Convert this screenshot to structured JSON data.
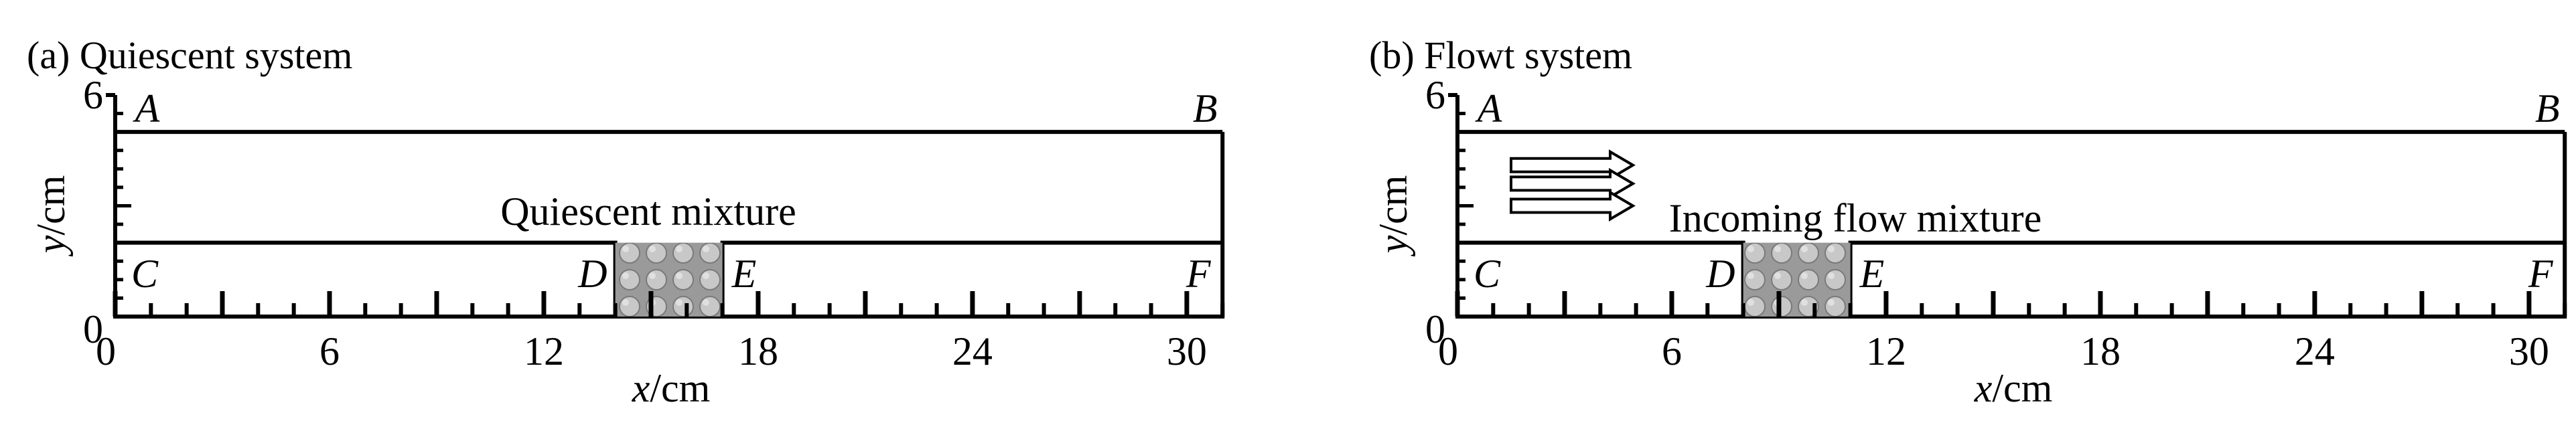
{
  "panels": [
    {
      "title": "(a) Quiescent system",
      "annotation": "Quiescent mixture",
      "xlabel_var": "x",
      "xlabel_unit": "/cm",
      "ylabel_var": "y",
      "ylabel_unit": "/cm",
      "corner_labels": [
        "A",
        "B",
        "C",
        "D",
        "E",
        "F"
      ],
      "x_tick_labels": [
        "0",
        "6",
        "12",
        "18",
        "24",
        "30"
      ],
      "y_tick_labels": [
        "0",
        "6"
      ],
      "flow_arrows": false,
      "bubbles_x_range_cm": [
        14,
        17
      ]
    },
    {
      "title": "(b) Flowt system",
      "annotation": "Incoming flow mixture",
      "xlabel_var": "x",
      "xlabel_unit": "/cm",
      "ylabel_var": "y",
      "ylabel_unit": "/cm",
      "corner_labels": [
        "A",
        "B",
        "C",
        "D",
        "E",
        "F"
      ],
      "x_tick_labels": [
        "0",
        "6",
        "12",
        "18",
        "24",
        "30"
      ],
      "y_tick_labels": [
        "0",
        "6"
      ],
      "flow_arrows": true,
      "bubbles_x_range_cm": [
        8,
        11
      ]
    }
  ],
  "domain": {
    "x_range_cm": [
      0,
      31
    ],
    "y_range_cm": [
      0,
      6
    ],
    "upper_channel_y_cm": [
      2,
      5
    ],
    "bottom_y_cm": 0
  }
}
